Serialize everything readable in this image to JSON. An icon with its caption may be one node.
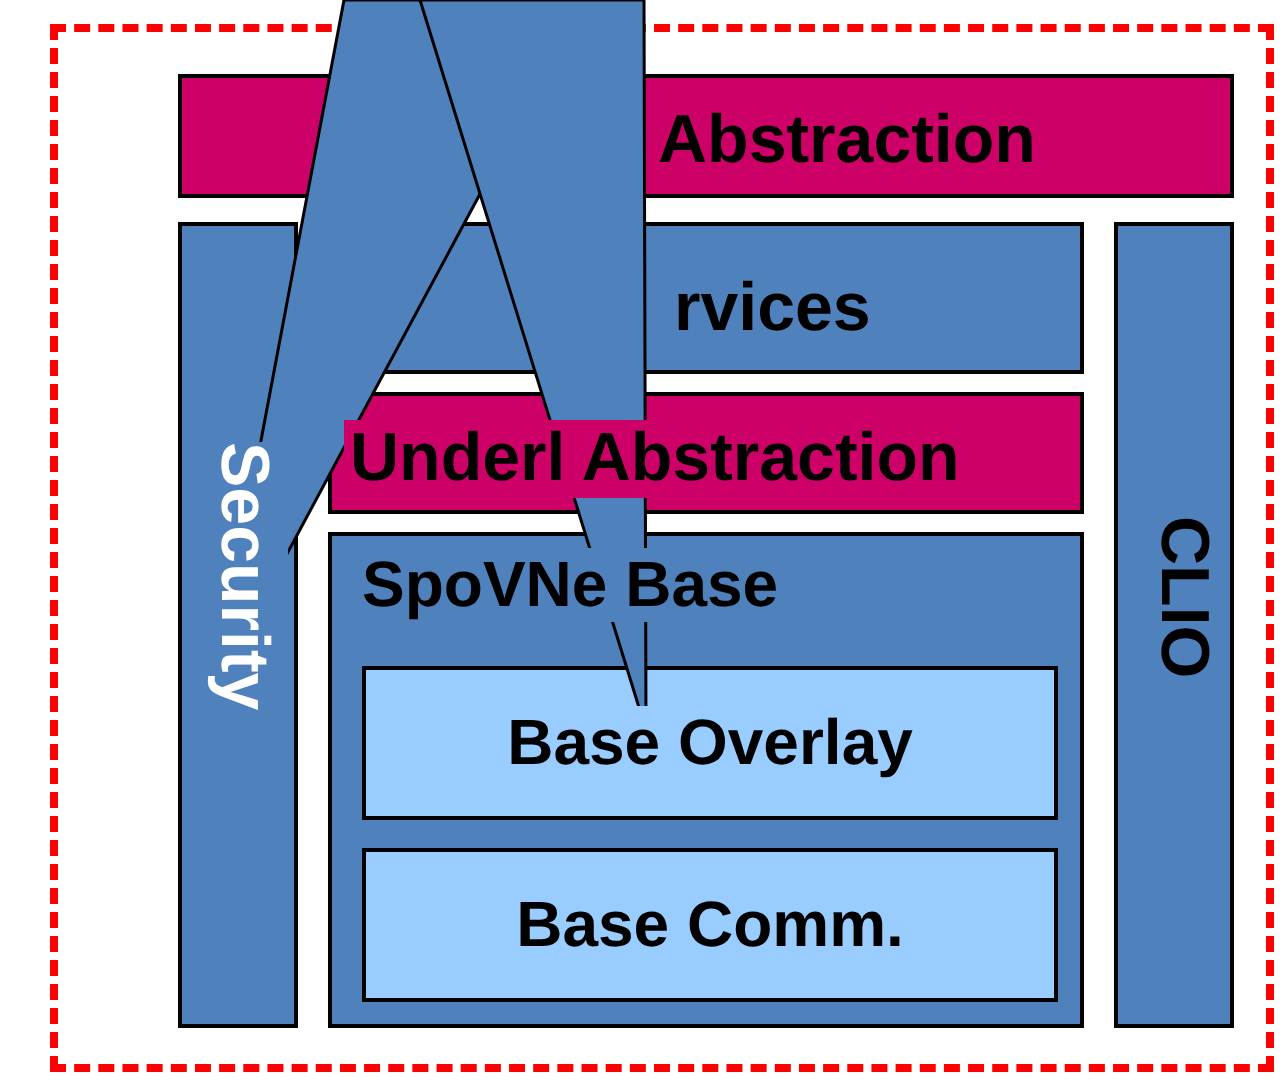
{
  "diagram": {
    "nodes": [
      {
        "text": [],
        "shape": "box"
      },
      {
        "text": [
          "Abstraction"
        ],
        "in": 0
      },
      {
        "text": [
          "Security"
        ],
        "in": 0
      },
      {
        "text": [
          "rvices"
        ],
        "in": 0
      },
      {
        "text": [
          "Underl Abstraction"
        ],
        "in": 0
      },
      {
        "text": [
          "SpoVNe Base"
        ],
        "in": 0
      },
      {
        "text": [
          "Base Overlay"
        ],
        "in": 5
      },
      {
        "text": [
          "Base Comm."
        ],
        "in": 5
      },
      {
        "text": [
          "CLIO"
        ],
        "in": 0
      }
    ],
    "edges": [
      {
        "from": null,
        "to": 2,
        "arrow": "to"
      },
      {
        "from": null,
        "to": 6,
        "arrow": "to"
      }
    ]
  }
}
